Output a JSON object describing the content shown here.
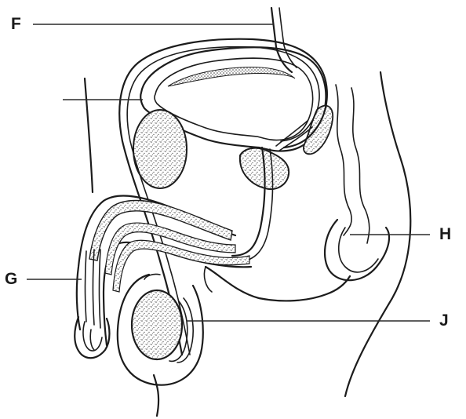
{
  "labels": {
    "f": "F",
    "g": "G",
    "h": "H",
    "j": "J"
  },
  "colors": {
    "ink": "#1c1c1c",
    "stipple": "#9a9a9a",
    "background": "#ffffff"
  }
}
